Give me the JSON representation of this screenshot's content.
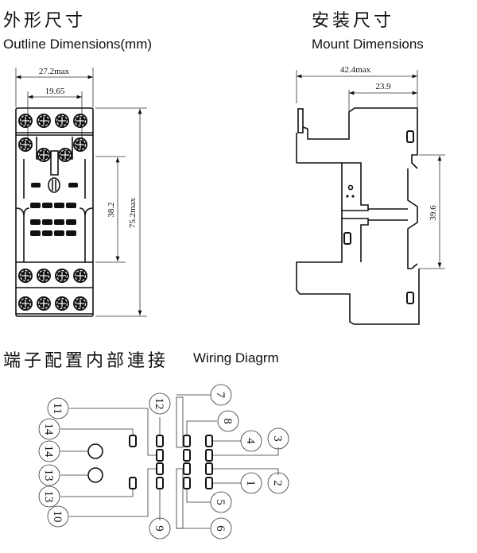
{
  "outline": {
    "title_cn": "外形尺寸",
    "title_en": "Outline Dimensions(mm)",
    "dims": {
      "width_max": "27.2max",
      "pitch": "19.65",
      "inner_height": "38.2",
      "height_max": "75.2max"
    }
  },
  "mount": {
    "title_cn": "安装尺寸",
    "title_en": "Mount Dimensions",
    "dims": {
      "depth_max": "42.4max",
      "partial_depth": "23.9",
      "rail_height": "39.6"
    }
  },
  "wiring": {
    "title_cn": "端子配置内部連接",
    "title_en": "Wiring Diagrm",
    "terminals": {
      "t11": "11",
      "t14a": "14",
      "t14b": "14",
      "t13a": "13",
      "t13b": "13",
      "t10": "10",
      "t12": "12",
      "t9": "9",
      "t7": "7",
      "t8": "8",
      "t4": "4",
      "t3": "3",
      "t1": "1",
      "t2": "2",
      "t5": "5",
      "t6": "6"
    }
  }
}
